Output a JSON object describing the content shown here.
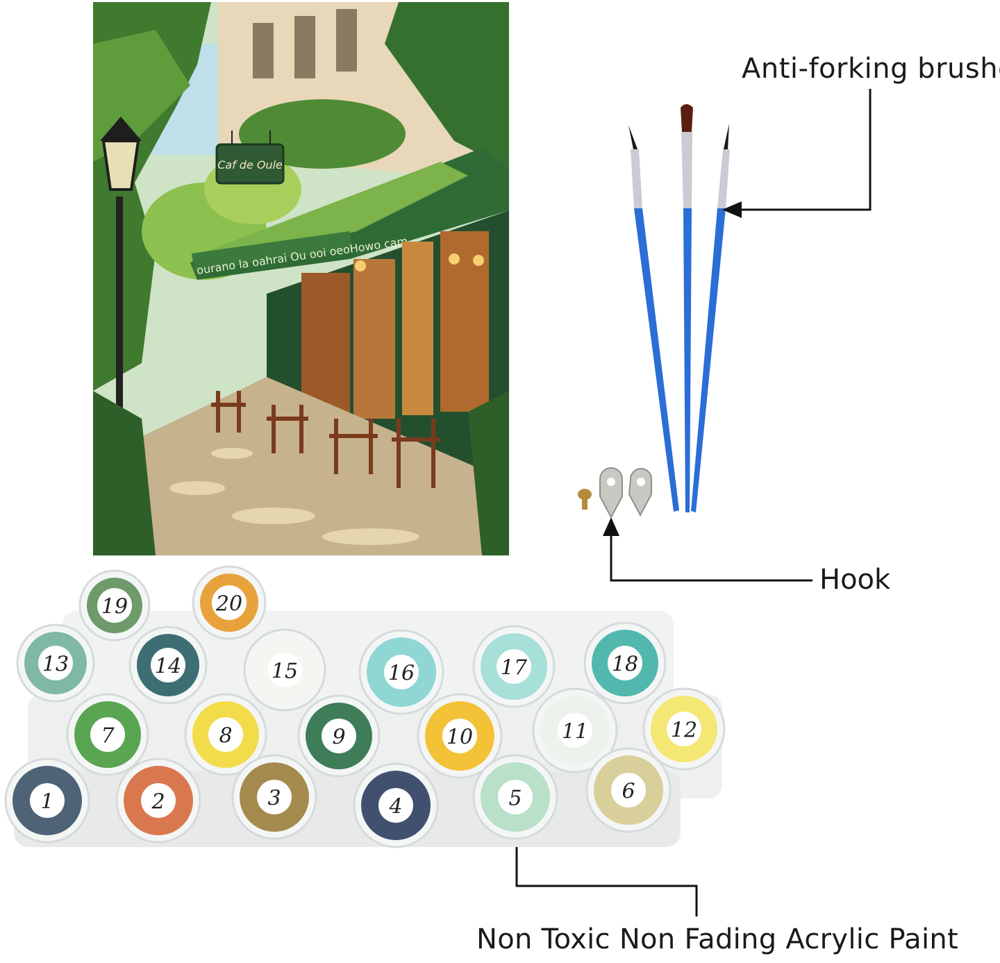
{
  "labels": {
    "brushes": "Anti-forking brushes",
    "hook": "Hook",
    "paint": "Non Toxic Non Fading Acrylic Paint"
  },
  "painting": {
    "sign_text": "Caf de Oule",
    "awning_text": "ourano la oahrai Ou ooi oeoHowo cam"
  },
  "paint_pots": [
    {
      "number": "19",
      "color": "#6f9a6a"
    },
    {
      "number": "20",
      "color": "#e8a23c"
    },
    {
      "number": "13",
      "color": "#7fb8a4"
    },
    {
      "number": "14",
      "color": "#3d6e73"
    },
    {
      "number": "15",
      "color": "#f4f6f1"
    },
    {
      "number": "16",
      "color": "#8fd6d4"
    },
    {
      "number": "17",
      "color": "#a7dfd9"
    },
    {
      "number": "18",
      "color": "#52b8ae"
    },
    {
      "number": "7",
      "color": "#5aa552"
    },
    {
      "number": "8",
      "color": "#f2dc4a"
    },
    {
      "number": "9",
      "color": "#3f7d58"
    },
    {
      "number": "10",
      "color": "#f3c237"
    },
    {
      "number": "11",
      "color": "#eef2ec"
    },
    {
      "number": "12",
      "color": "#f4e774"
    },
    {
      "number": "1",
      "color": "#4f6376"
    },
    {
      "number": "2",
      "color": "#d9784e"
    },
    {
      "number": "3",
      "color": "#a48a4d"
    },
    {
      "number": "4",
      "color": "#425070"
    },
    {
      "number": "5",
      "color": "#b9e0c9"
    },
    {
      "number": "6",
      "color": "#d8cf9a"
    }
  ],
  "colors": {
    "brush_handle": "#2a6ed6",
    "foliage": "#4e8a35",
    "storefront": "#2c5a34"
  }
}
